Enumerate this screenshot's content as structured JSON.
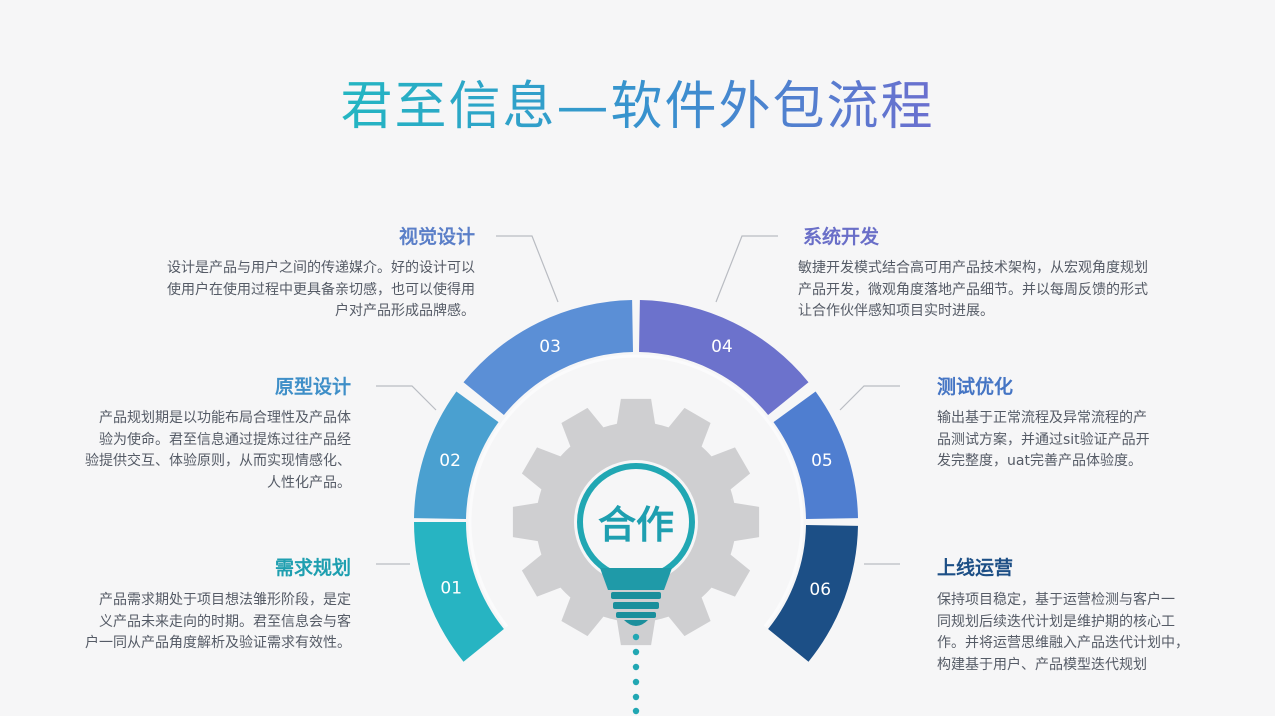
{
  "title": "君至信息—软件外包流程",
  "center_label": "合作",
  "colors": {
    "seg01": "#27b4c2",
    "seg02": "#4aa0d0",
    "seg03": "#5b8fd6",
    "seg04": "#6c72cc",
    "seg05": "#4f7ed0",
    "seg06": "#1c4f86",
    "gear": "#cfcfd1",
    "bulb": "#1fa2ad"
  },
  "steps": [
    {
      "num": "01",
      "title": "需求规划",
      "title_color": "#1f9fb0",
      "desc": [
        "产品需求期处于项目想法雏形阶段，是定",
        "义产品未来走向的时期。君至信息会与客",
        "户一同从产品角度解析及验证需求有效性。"
      ]
    },
    {
      "num": "02",
      "title": "原型设计",
      "title_color": "#3f8fc8",
      "desc": [
        "产品规划期是以功能布局合理性及产品体",
        "验为使命。君至信息通过提炼过往产品经",
        "验提供交互、体验原则，从而实现情感化、",
        "人性化产品。"
      ]
    },
    {
      "num": "03",
      "title": "视觉设计",
      "title_color": "#5b7fc8",
      "desc": [
        "设计是产品与用户之间的传递媒介。好的设计可以",
        "使用户在使用过程中更具备亲切感，也可以使得用",
        "户对产品形成品牌感。"
      ]
    },
    {
      "num": "04",
      "title": "系统开发",
      "title_color": "#6a6fc8",
      "desc": [
        "敏捷开发模式结合高可用产品技术架构，从宏观角度规划",
        "产品开发，微观角度落地产品细节。并以每周反馈的形式",
        "让合作伙伴感知项目实时进展。"
      ]
    },
    {
      "num": "05",
      "title": "测试优化",
      "title_color": "#4575c4",
      "desc": [
        "输出基于正常流程及异常流程的产",
        "品测试方案，并通过sit验证产品开",
        "发完整度，uat完善产品体验度。"
      ]
    },
    {
      "num": "06",
      "title": "上线运营",
      "title_color": "#1d4f86",
      "desc": [
        "保持项目稳定，基于运营检测与客户一",
        "同规划后续迭代计划是维护期的核心工",
        "作。并将运营思维融入产品迭代计划中，",
        "构建基于用户、产品模型迭代规划"
      ]
    }
  ]
}
